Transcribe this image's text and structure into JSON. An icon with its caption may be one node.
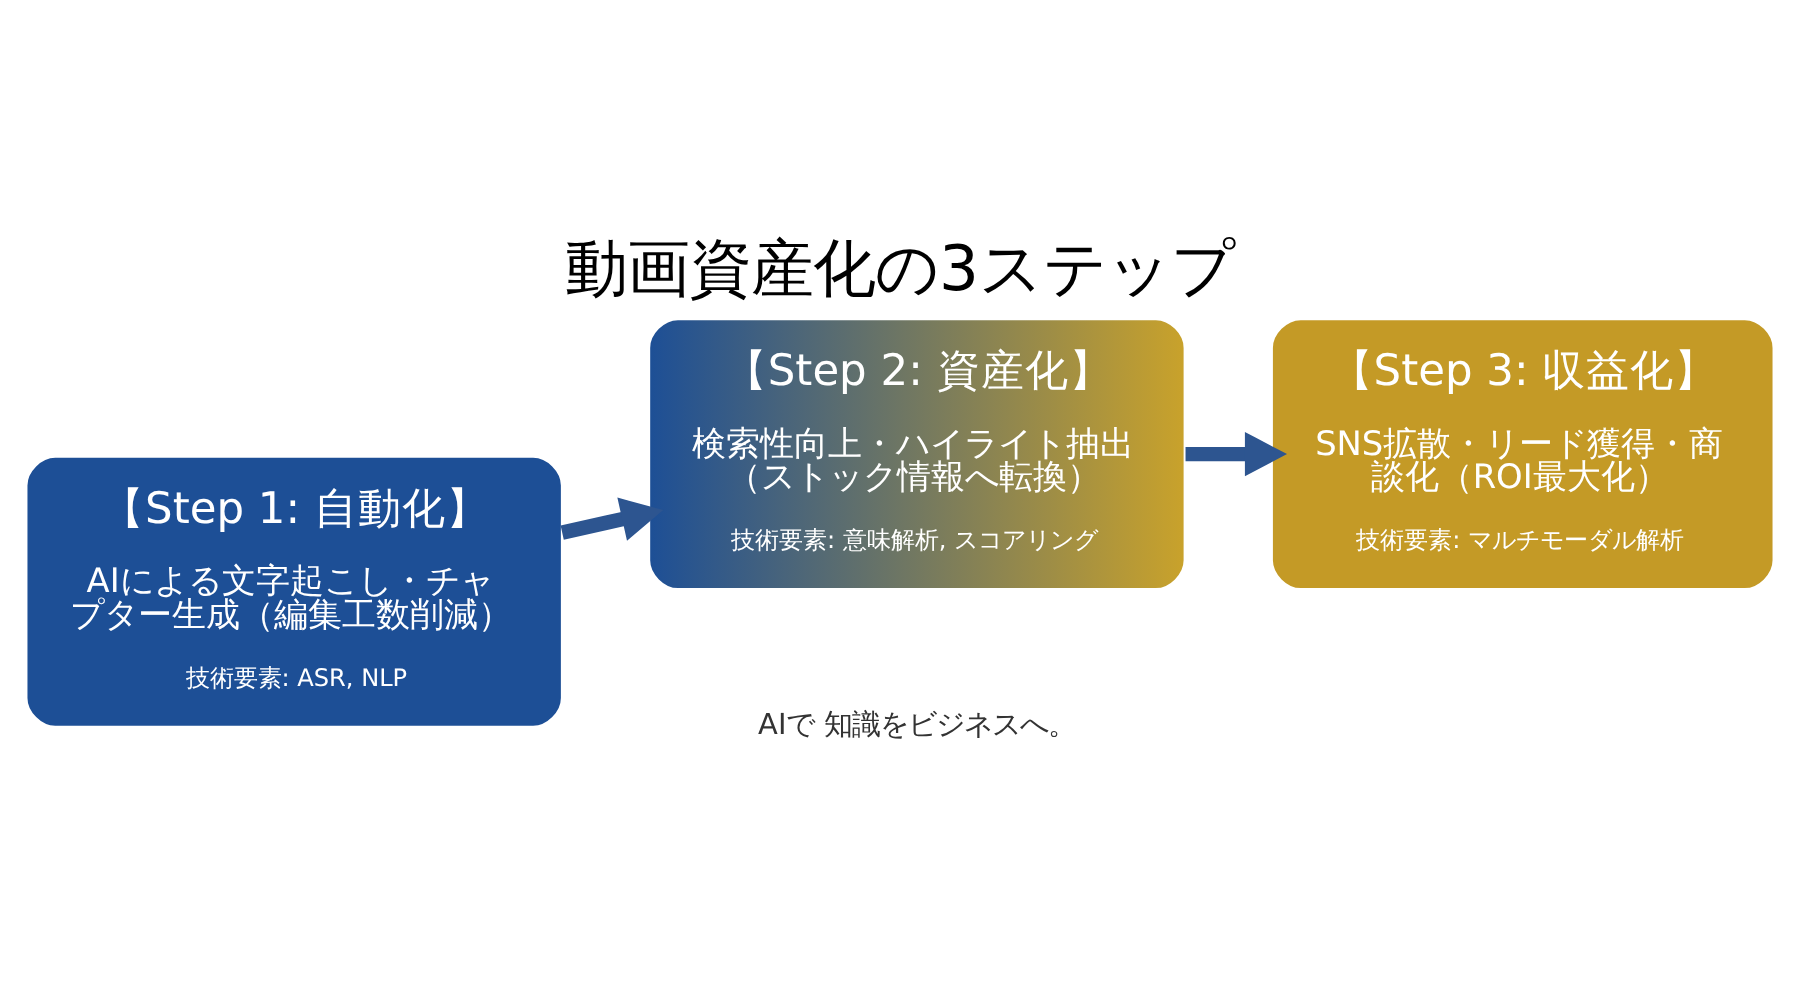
{
  "diagram": {
    "title": "動画資産化の3ステップ",
    "nodes": [
      {
        "text": [
          "【Step 1: 自動化】",
          "AIによる文字起こし・チャプター生成（編集工数削減）",
          "技術要素: ASR, NLP"
        ]
      },
      {
        "text": [
          "【Step 2: 資産化】",
          "検索性向上・ハイライト抽出（ストック情報へ転換）",
          "技術要素: 意味解析, スコアリング"
        ]
      },
      {
        "text": [
          "【Step 3: 収益化】",
          "SNS拡散・リード獲得・商談化（ROI最大化）",
          "技術要素: マルチモーダル解析"
        ]
      }
    ],
    "edges": [
      {
        "from": 0,
        "to": 1,
        "arrow": "to"
      },
      {
        "from": 1,
        "to": 2,
        "arrow": "to"
      }
    ],
    "labels": [
      "AIで 知識をビジネスへ。"
    ]
  }
}
